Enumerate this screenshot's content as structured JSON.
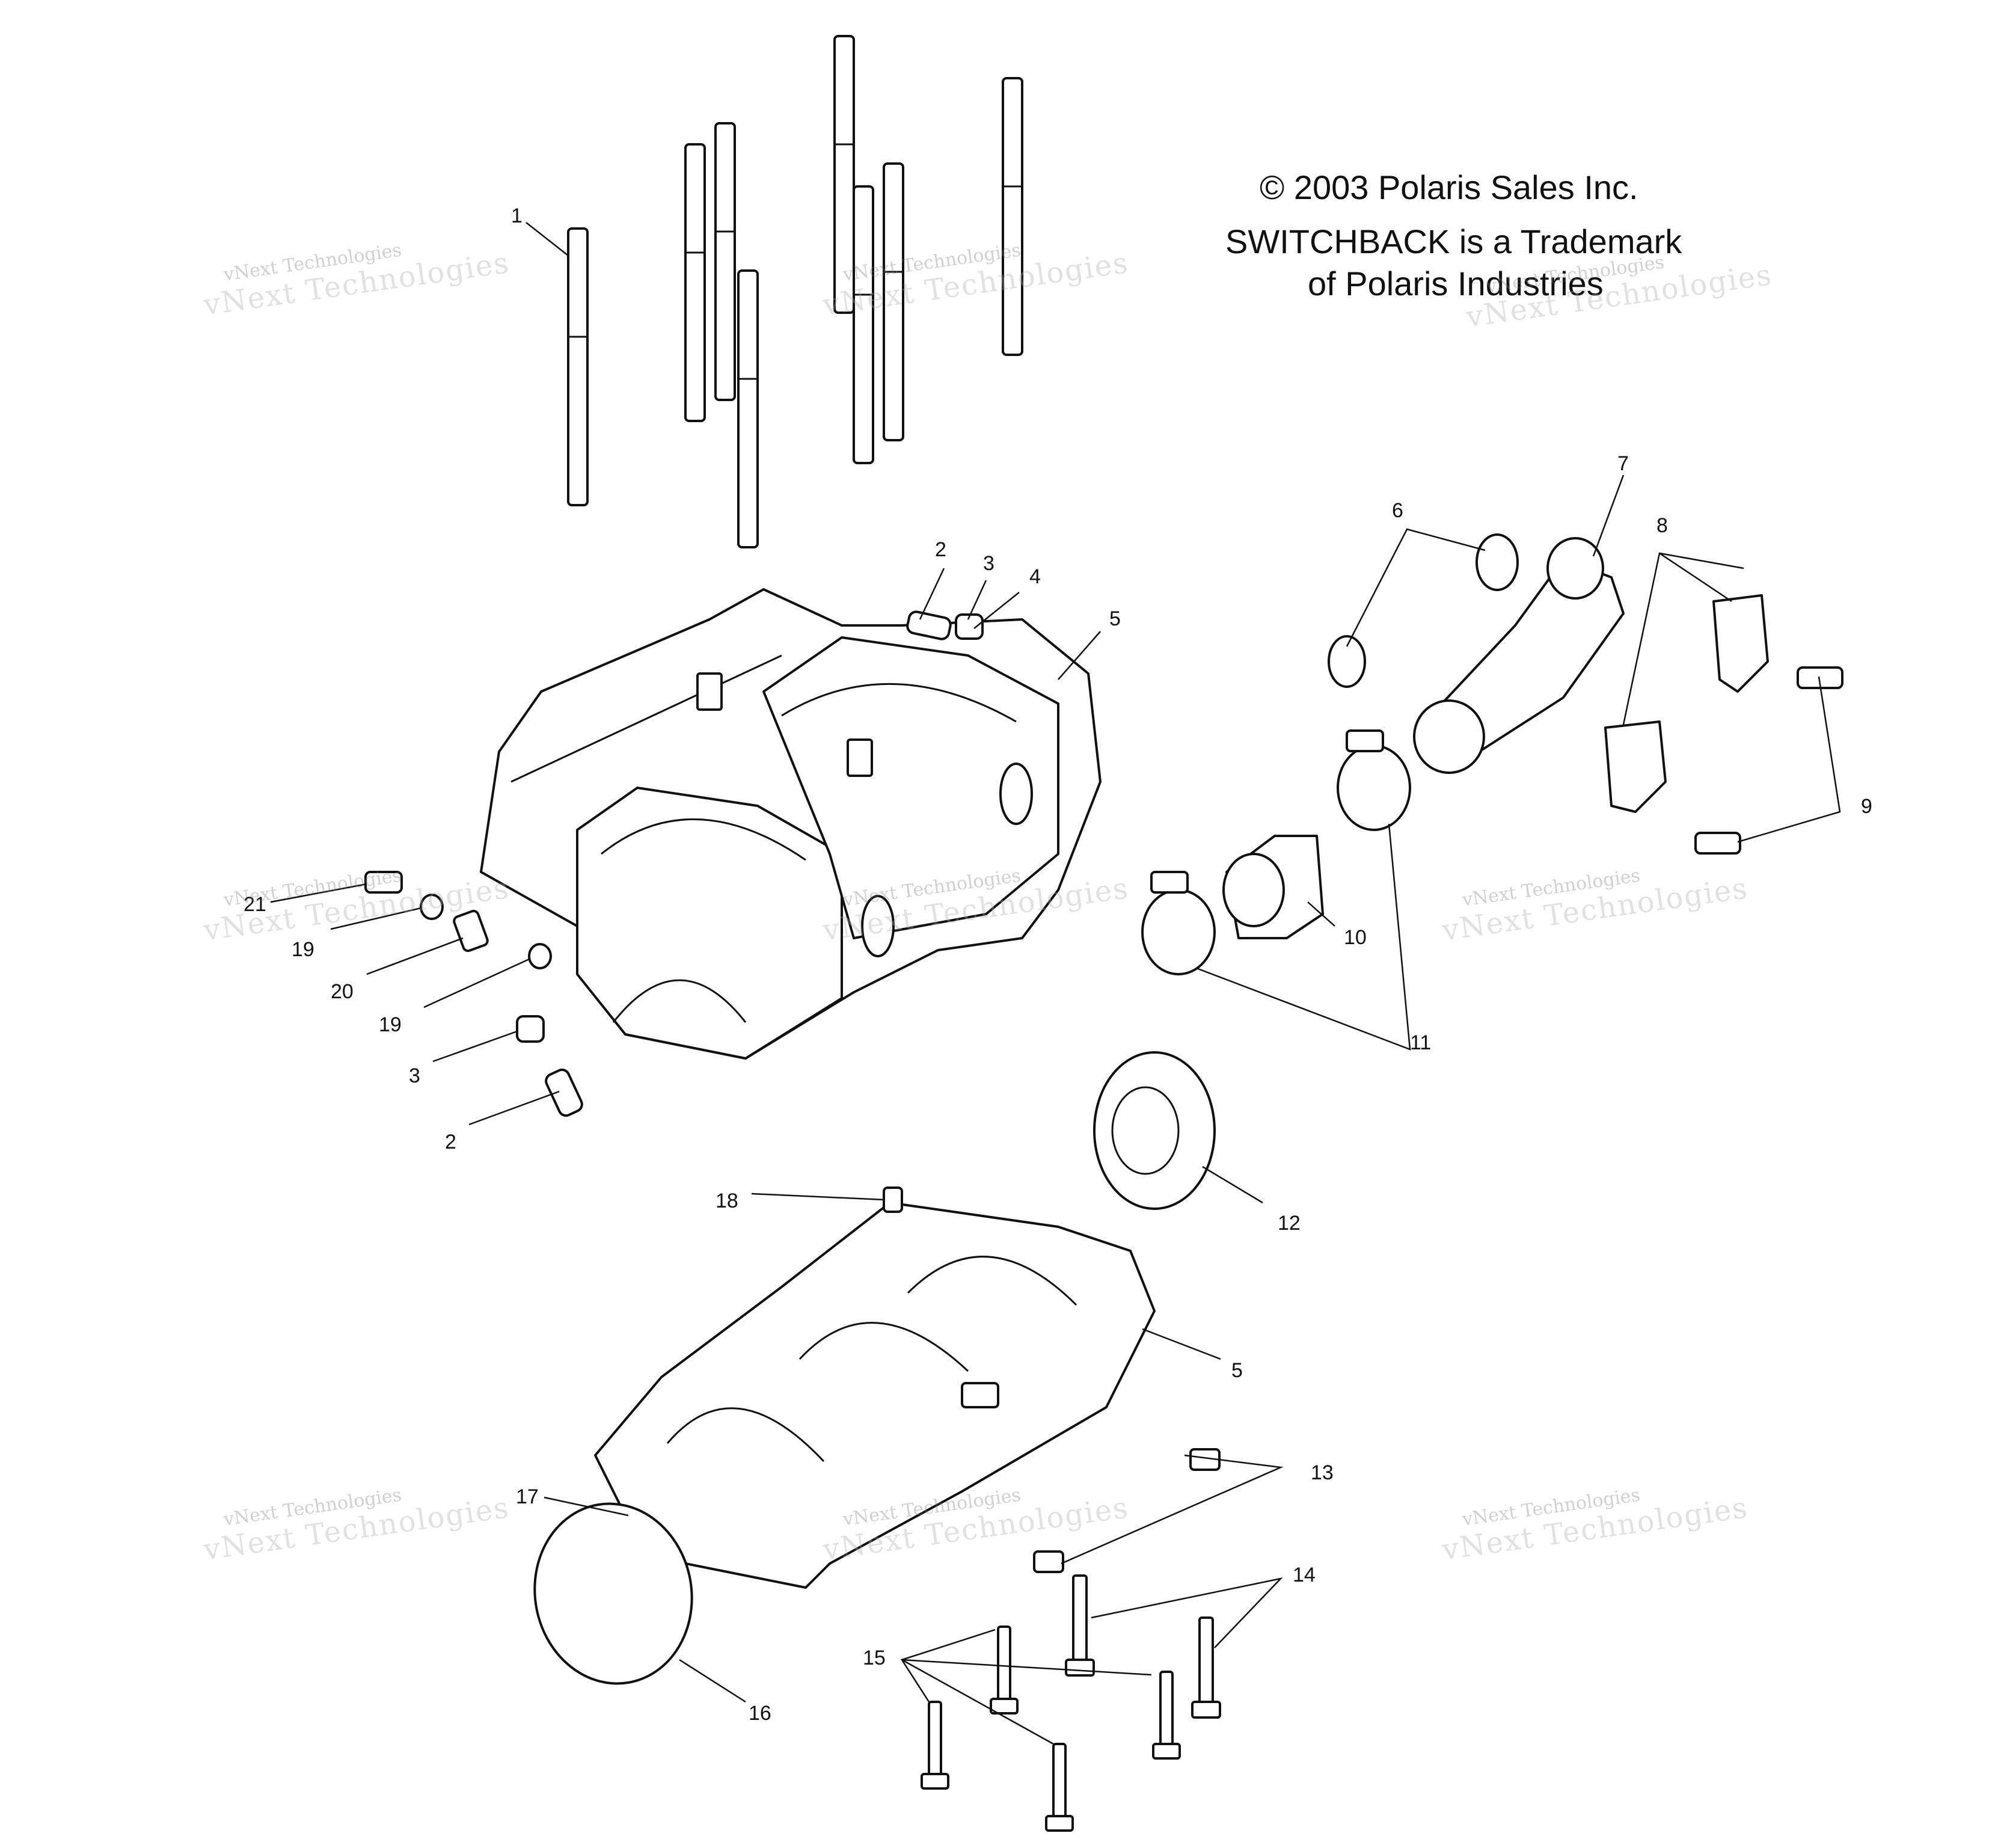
{
  "notice": {
    "copyright": "© 2003 Polaris Sales Inc.",
    "trademark_line1": "SWITCHBACK is a Trademark",
    "trademark_line2": "of Polaris Industries"
  },
  "watermark": {
    "line1": "vNext Technologies",
    "line2": "vNext Technologies"
  },
  "callouts": {
    "c1": "1",
    "c2a": "2",
    "c3a": "3",
    "c4": "4",
    "c5a": "5",
    "c6": "6",
    "c7": "7",
    "c8": "8",
    "c9": "9",
    "c10": "10",
    "c11": "11",
    "c21": "21",
    "c19a": "19",
    "c20": "20",
    "c19b": "19",
    "c3b": "3",
    "c2b": "2",
    "c12": "12",
    "c18": "18",
    "c5b": "5",
    "c13": "13",
    "c17": "17",
    "c14": "14",
    "c15": "15",
    "c16": "16"
  }
}
